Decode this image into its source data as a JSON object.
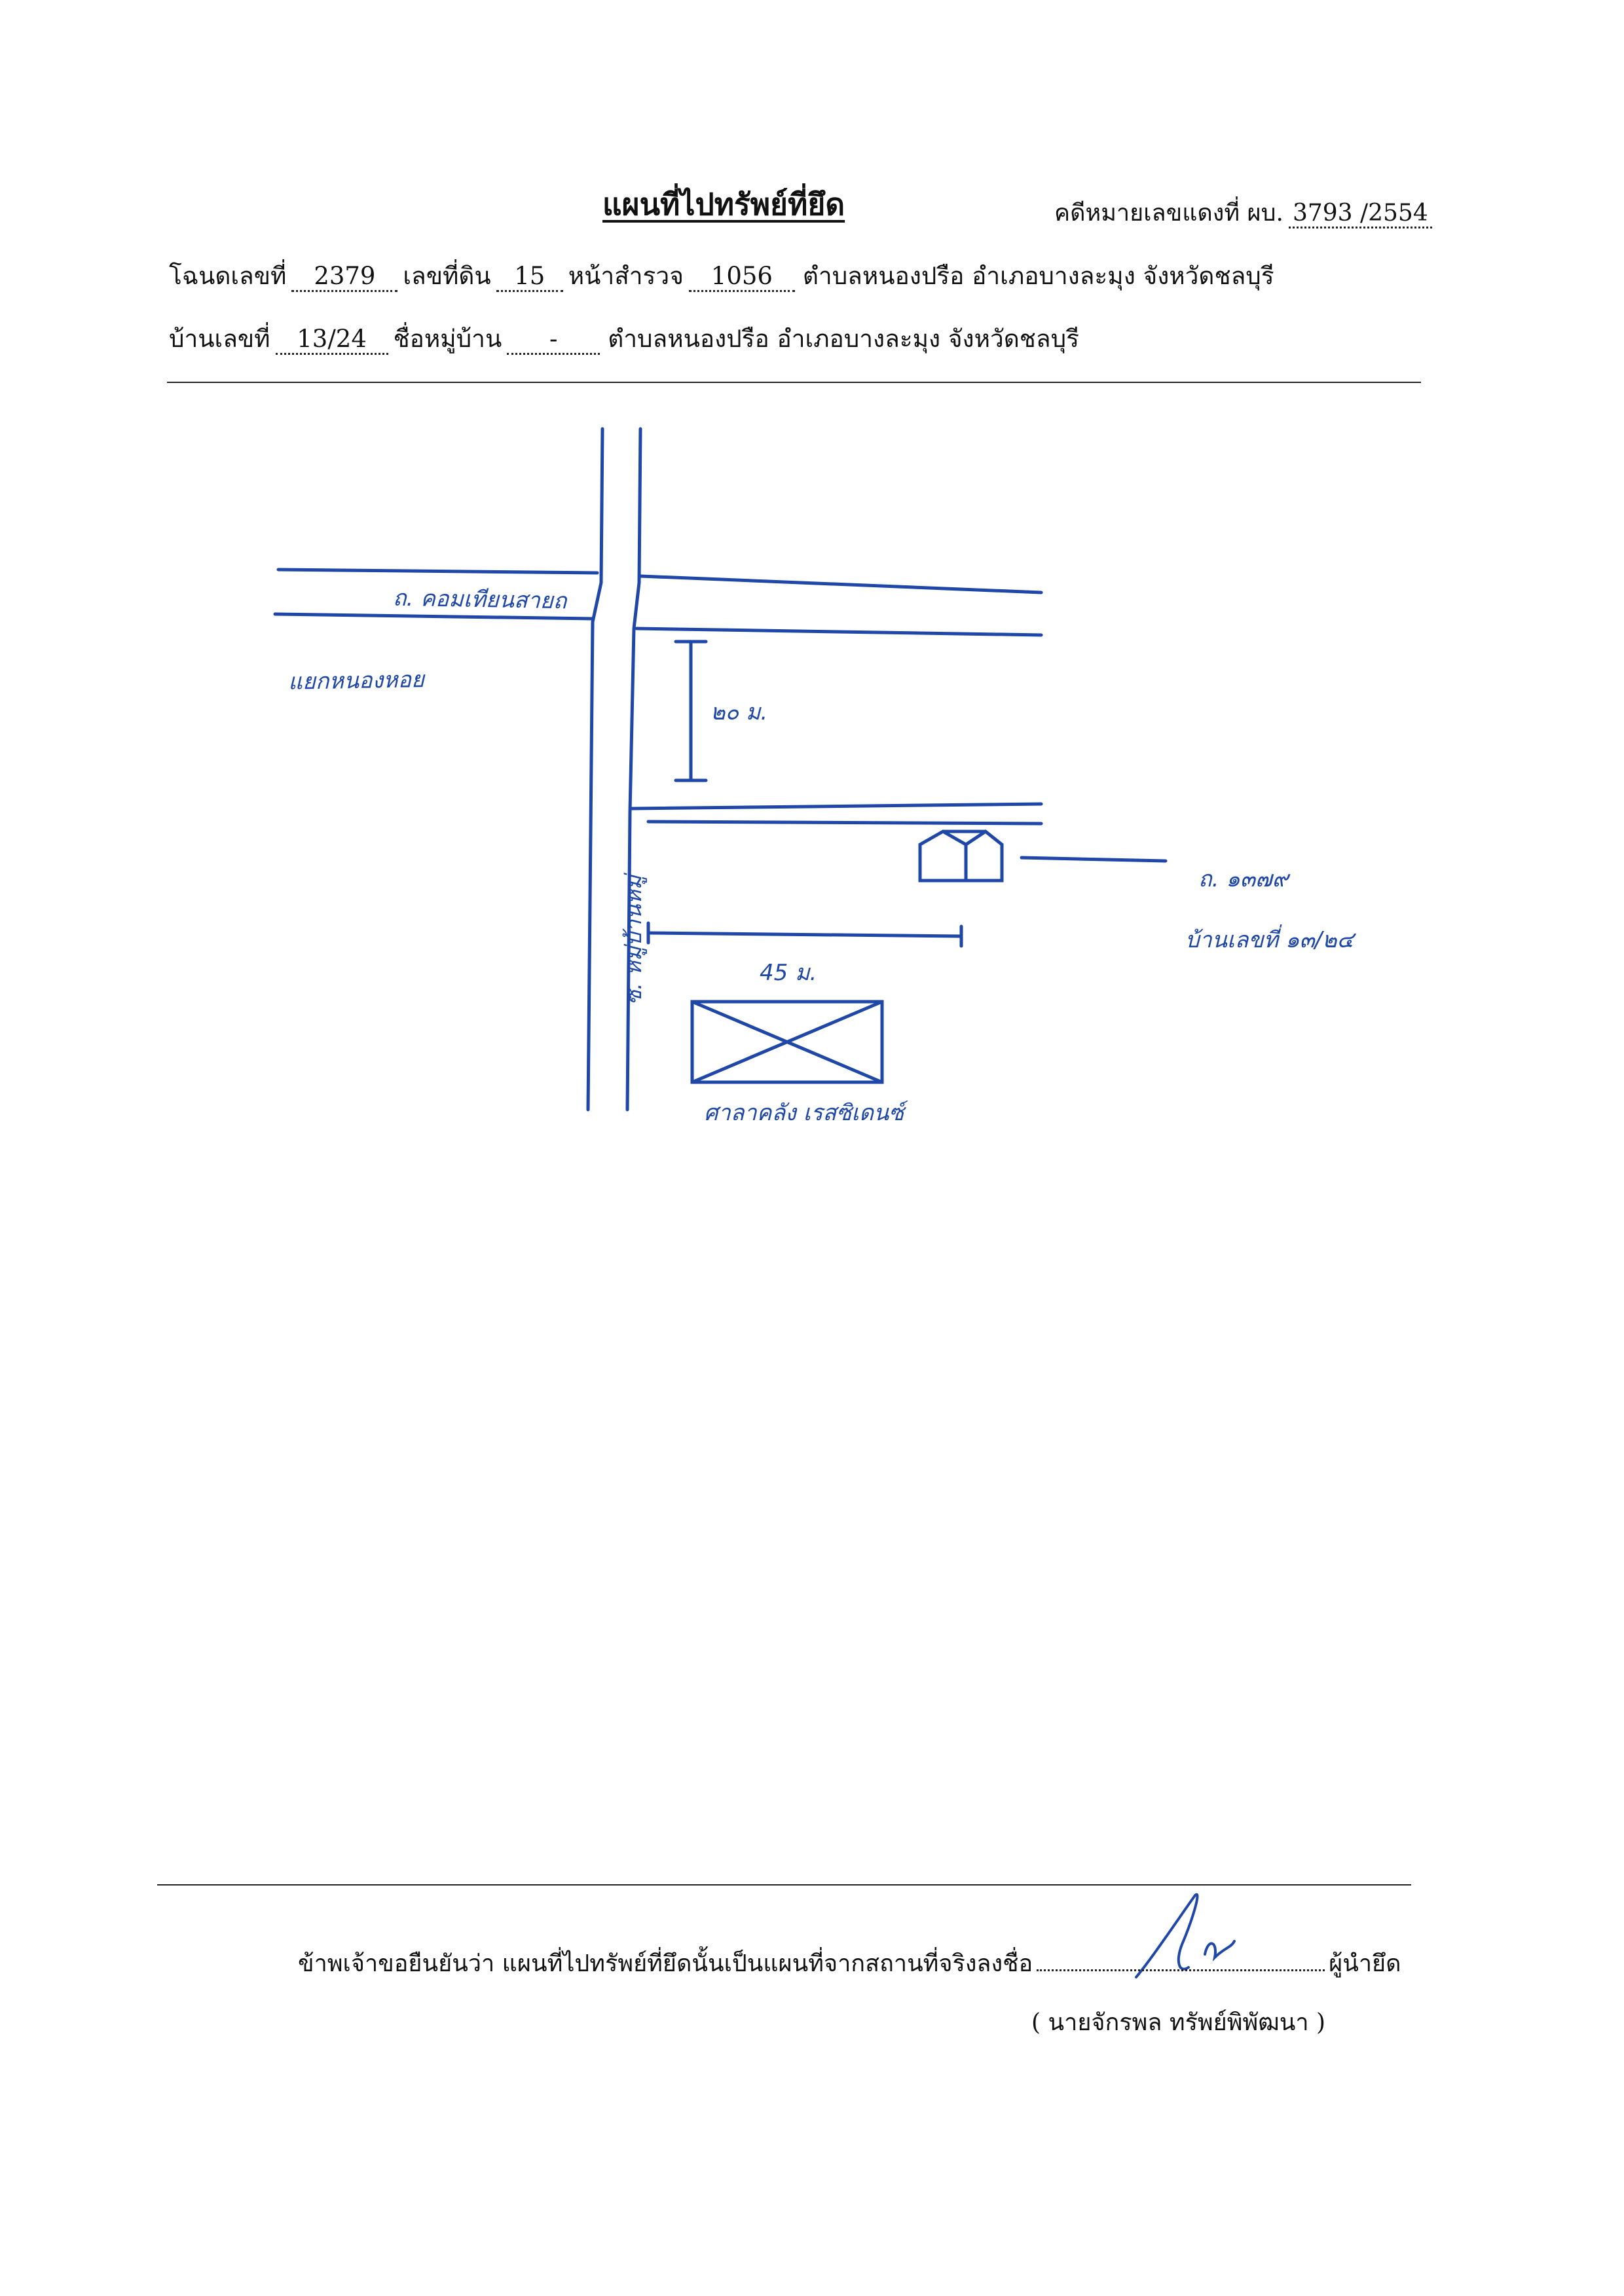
{
  "header": {
    "title": "แผนที่ไปทรัพย์ที่ยึด",
    "case_label": "คดีหมายเลขแดงที่ ผบ.",
    "case_number": "3793 /2554"
  },
  "deed_row": {
    "deed_label": "โฉนดเลขที่",
    "deed_no": "2379",
    "land_label": "เลขที่ดิน",
    "land_no": "15",
    "survey_label": "หน้าสำรวจ",
    "survey_no": "1056",
    "location": "ตำบลหนองปรือ อำเภอบางละมุง จังหวัดชลบุรี"
  },
  "house_row": {
    "house_label": "บ้านเลขที่",
    "house_no": "13/24",
    "village_label": "ชื่อหมู่บ้าน",
    "village_name": "-",
    "location": "ตำบลหนองปรือ อำเภอบางละมุง จังหวัดชลบุรี"
  },
  "map": {
    "main_road": "ถ. คอมเทียนสายถ",
    "junction": "แยกหนองหอย",
    "distance_short": "๒๐ ม.",
    "side_road": "ซ. หมู่บ้านหมู่",
    "distance_long": "45 ม.",
    "house_note_1": "ถ. ๑๓๗๙",
    "house_note_2": "บ้านเลขที่ ๑๓/๒๔",
    "landmark": "ศาลาคลัง เรสซิเดนซ์"
  },
  "footer": {
    "confirm_text": "ข้าพเจ้าขอยืนยันว่า แผนที่ไปทรัพย์ที่ยึดนั้นเป็นแผนที่จากสถานที่จริงลงชื่อ",
    "role": "ผู้นำยึด",
    "signer": "( นายจักรพล ทรัพย์พิพัฒนา )"
  },
  "colors": {
    "ink": "#1e47a8",
    "text": "#111111"
  }
}
